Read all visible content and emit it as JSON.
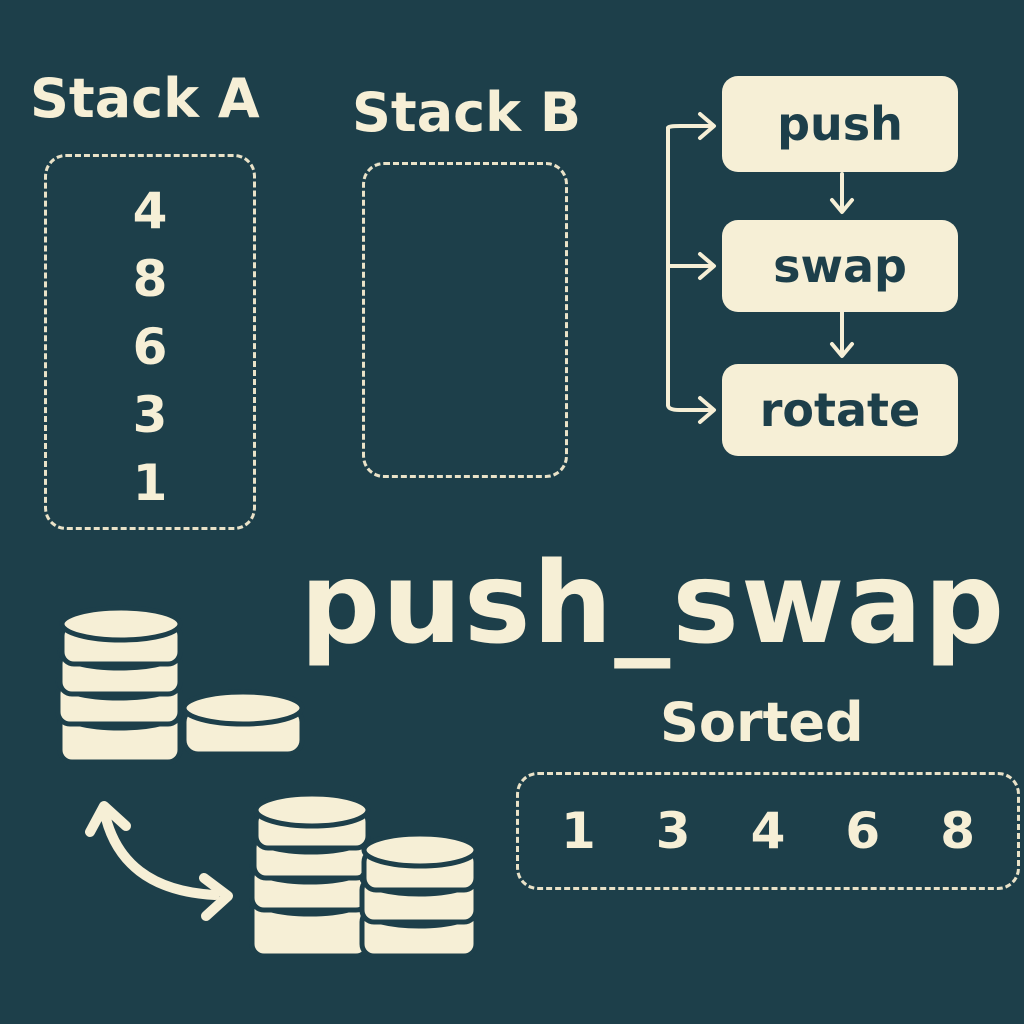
{
  "stack_a": {
    "label": "Stack A",
    "values": [
      "4",
      "8",
      "6",
      "3",
      "1"
    ]
  },
  "stack_b": {
    "label": "Stack B",
    "values": []
  },
  "operations": [
    "push",
    "swap",
    "rotate"
  ],
  "title": "push_swap",
  "sorted": {
    "label": "Sorted",
    "values": [
      "1",
      "3",
      "4",
      "6",
      "8"
    ]
  },
  "colors": {
    "background": "#1d3f4a",
    "cream": "#f6efd6"
  },
  "icons": [
    "coin-stack-icon",
    "curved-double-arrow-icon",
    "flow-arrow-icon"
  ]
}
